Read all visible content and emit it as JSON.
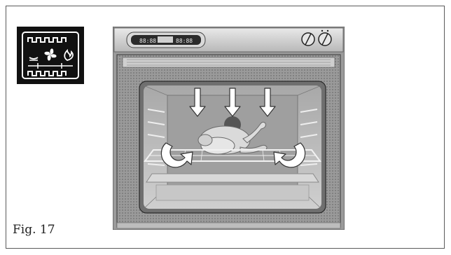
{
  "figure": {
    "caption": "Fig. 17"
  },
  "display_panel": {
    "readout_left": "88:88",
    "readout_right": "88:88"
  },
  "icons": {
    "mode_symbol": "top-bottom-heat-fan-grill-icon",
    "knob_left": "knob-icon",
    "knob_right": "knob-icon",
    "heat_arrows": "down-arrow-icon",
    "air_flow": "circular-arrow-icon"
  },
  "colors": {
    "icon_background": "#111111",
    "oven_frame": "#8a8a8a",
    "cavity": "#bdbdbd",
    "roast": "#d8d8d8"
  }
}
